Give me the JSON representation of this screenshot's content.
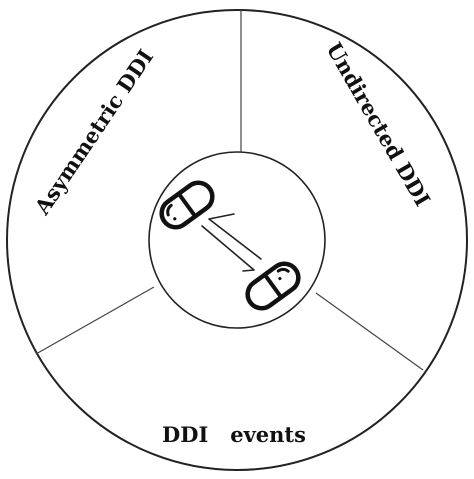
{
  "segments": {
    "left": {
      "label": "Asymmetric DDI"
    },
    "right": {
      "label": "Undirected DDI"
    },
    "bottom": {
      "label": "DDI   events"
    }
  },
  "center": {
    "icons": [
      "capsule-icon",
      "capsule-icon",
      "exchange-arrows-icon"
    ]
  },
  "colors": {
    "stroke": "#222222",
    "background": "#ffffff",
    "text": "#111111"
  }
}
